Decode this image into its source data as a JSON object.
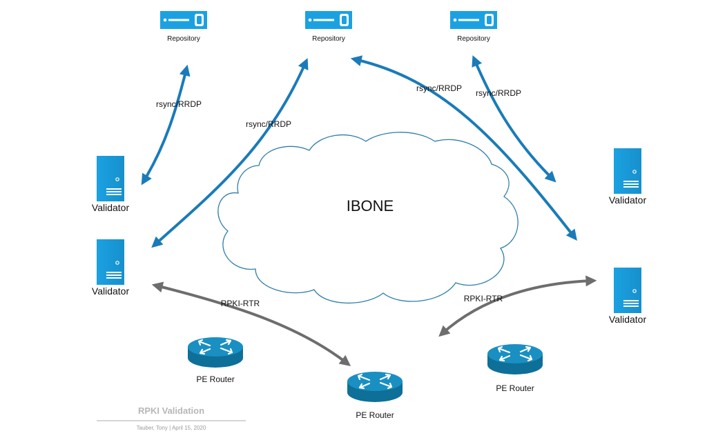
{
  "cloud": {
    "label": "IBONE"
  },
  "repositories": [
    {
      "label": "Repository"
    },
    {
      "label": "Repository"
    },
    {
      "label": "Repository"
    }
  ],
  "validators": [
    {
      "label": "Validator"
    },
    {
      "label": "Validator"
    },
    {
      "label": "Validator"
    },
    {
      "label": "Validator"
    }
  ],
  "routers": [
    {
      "label": "PE Router"
    },
    {
      "label": "PE Router"
    },
    {
      "label": "PE Router"
    }
  ],
  "links": {
    "rsync_1": "rsync/RRDP",
    "rsync_2": "rsync/RRDP",
    "rsync_3": "rsync/RRDP",
    "rsync_4": "rsync/RRDP",
    "rtr_1": "RPKI-RTR",
    "rtr_2": "RPKI-RTR"
  },
  "footer": {
    "title": "RPKI Validation",
    "subtitle": "Tauber, Tony  |  April 15, 2020"
  },
  "colors": {
    "blue_arrow": "#1a7bb9",
    "gray_arrow": "#6d6d6d",
    "server_blue": "#1ba1e2",
    "router_blue": "#0e6f98",
    "cloud_stroke": "#2d7ea8"
  }
}
